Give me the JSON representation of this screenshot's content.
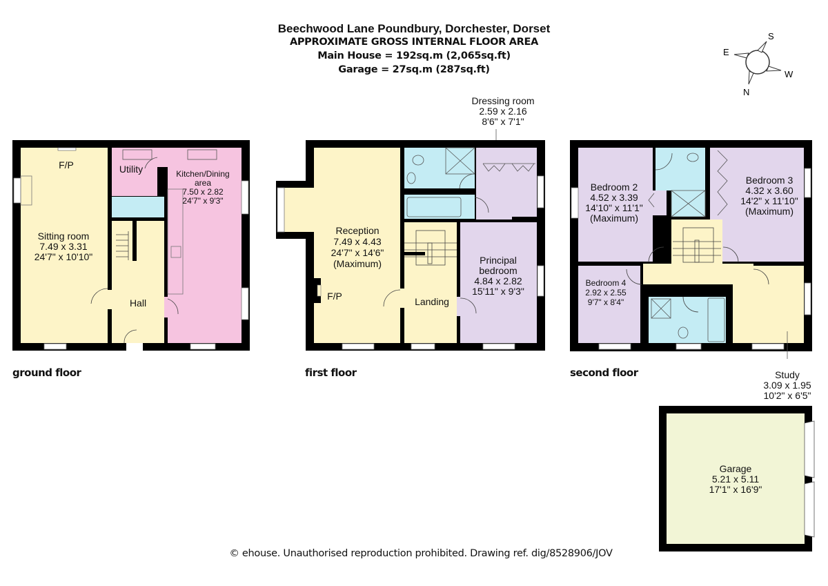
{
  "header": {
    "address": "Beechwood Lane Poundbury, Dorchester, Dorset",
    "subtitle": "APPROXIMATE GROSS INTERNAL FLOOR AREA",
    "main_house_area": "Main House = 192sq.m (2,065sq.ft)",
    "garage_area": "Garage = 27sq.m (287sq.ft)"
  },
  "compass": {
    "n": "N",
    "s": "S",
    "e": "E",
    "w": "W"
  },
  "colors": {
    "living": "#fdf4c8",
    "kitchen": "#f6c4e0",
    "bathroom": "#c4ecf4",
    "bedroom": "#e2d6ec",
    "garage": "#f2f5d6",
    "wall": "#000000"
  },
  "floors": {
    "ground": {
      "label": "ground floor",
      "rooms": {
        "sitting": {
          "name": "Sitting room",
          "metric": "7.49 x 3.31",
          "imperial": "24'7\" x 10'10\""
        },
        "fp": "F/P",
        "utility": "Utility",
        "kitchen": {
          "name": "Kitchen/Dining",
          "name2": "area",
          "metric": "7.50 x 2.82",
          "imperial": "24'7\" x 9'3\""
        },
        "hall": "Hall"
      }
    },
    "first": {
      "label": "first floor",
      "rooms": {
        "reception": {
          "name": "Reception",
          "metric": "7.49 x 4.43",
          "imperial": "24'7\" x 14'6\"",
          "note": "(Maximum)"
        },
        "fp": "F/P",
        "landing": "Landing",
        "principal": {
          "name": "Principal",
          "name2": "bedroom",
          "metric": "4.84 x 2.82",
          "imperial": "15'11\" x 9'3\""
        },
        "dressing": {
          "name": "Dressing room",
          "metric": "2.59 x 2.16",
          "imperial": "8'6\" x 7'1\""
        }
      }
    },
    "second": {
      "label": "second floor",
      "rooms": {
        "bed2": {
          "name": "Bedroom 2",
          "metric": "4.52 x 3.39",
          "imperial": "14'10\" x 11'1\"",
          "note": "(Maximum)"
        },
        "bed3": {
          "name": "Bedroom 3",
          "metric": "4.32 x 3.60",
          "imperial": "14'2\" x 11'10\"",
          "note": "(Maximum)"
        },
        "bed4": {
          "name": "Bedroom 4",
          "metric": "2.92 x 2.55",
          "imperial": "9'7\" x 8'4\""
        },
        "study": {
          "name": "Study",
          "metric": "3.09 x 1.95",
          "imperial": "10'2\" x 6'5\""
        }
      }
    },
    "garage": {
      "rooms": {
        "garage": {
          "name": "Garage",
          "metric": "5.21 x 5.11",
          "imperial": "17'1\" x 16'9\""
        }
      }
    }
  },
  "footer": {
    "copyright": "© ehouse. Unauthorised reproduction prohibited. Drawing ref. dig/8528906/JOV"
  }
}
